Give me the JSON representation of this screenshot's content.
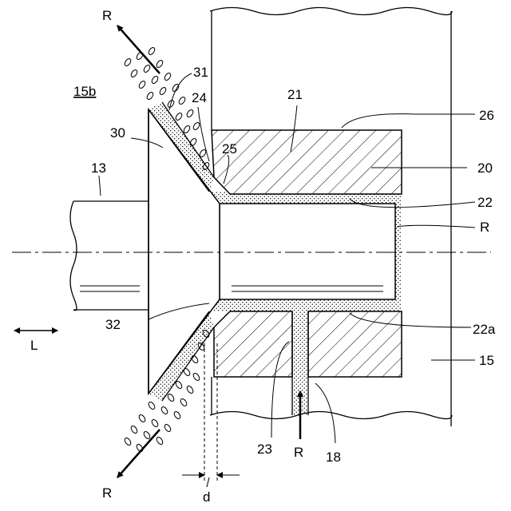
{
  "figure": {
    "label": "15b",
    "colors": {
      "line": "#000000",
      "background": "#ffffff"
    },
    "reference_labels": {
      "r_top": "R",
      "r_right": "R",
      "r_bottom": "R",
      "r_lower_left": "R",
      "ref_31": "31",
      "ref_24": "24",
      "ref_21": "21",
      "ref_26": "26",
      "ref_30": "30",
      "ref_25": "25",
      "ref_20": "20",
      "ref_13": "13",
      "ref_22": "22",
      "ref_32": "32",
      "ref_22a": "22a",
      "ref_15": "15",
      "ref_23": "23",
      "ref_18": "18",
      "dir_l": "L",
      "dim_d": "d"
    }
  }
}
